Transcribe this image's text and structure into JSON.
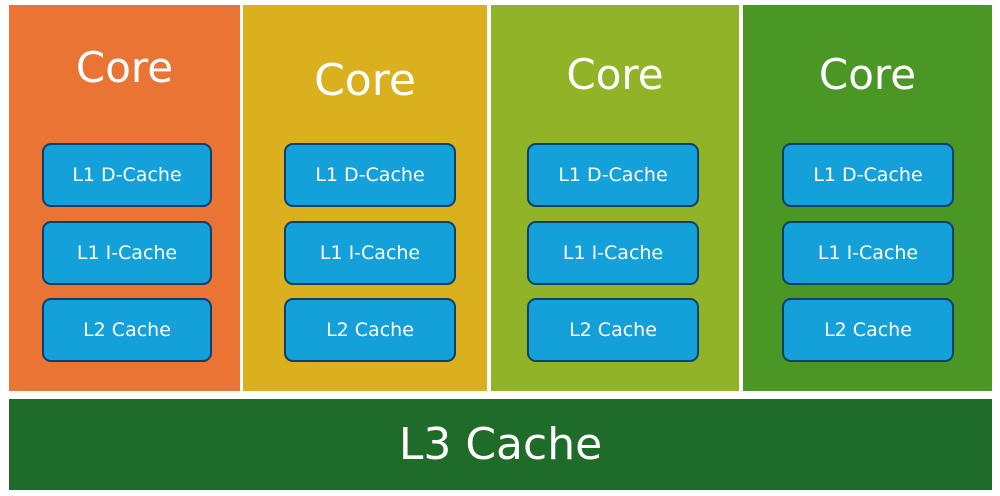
{
  "cores": [
    {
      "title": "Core",
      "color": "#e97433",
      "caches": [
        "L1 D-Cache",
        "L1 I-Cache",
        "L2 Cache"
      ]
    },
    {
      "title": "Core",
      "color": "#dbb01e",
      "caches": [
        "L1 D-Cache",
        "L1 I-Cache",
        "L2 Cache"
      ]
    },
    {
      "title": "Core",
      "color": "#91b327",
      "caches": [
        "L1 D-Cache",
        "L1 I-Cache",
        "L2 Cache"
      ]
    },
    {
      "title": "Core",
      "color": "#4a9725",
      "caches": [
        "L1 D-Cache",
        "L1 I-Cache",
        "L2 Cache"
      ]
    }
  ],
  "cache_color": "#14a0d8",
  "cache_border_color": "#0b3f6e",
  "l3": {
    "label": "L3 Cache",
    "color": "#1e6b2a"
  }
}
